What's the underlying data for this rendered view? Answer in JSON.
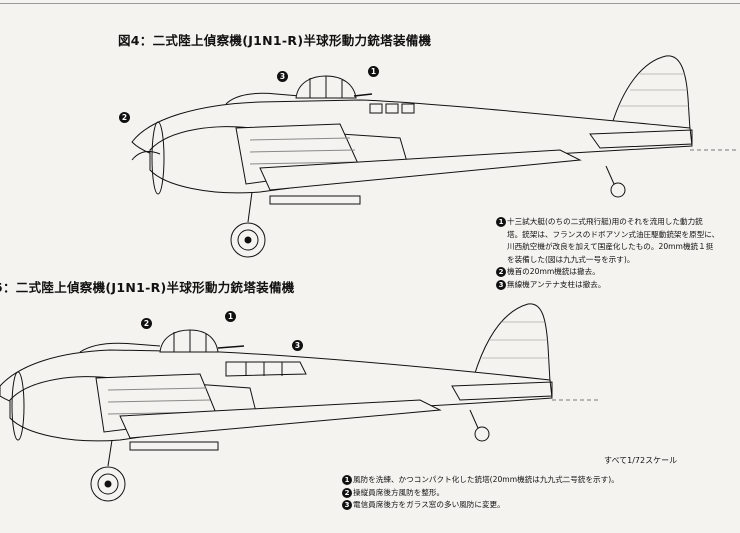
{
  "figure4": {
    "title": "図4：二式陸上偵察機(J1N1-R)半球形動力銃塔装備機",
    "notes": [
      {
        "marker": "1",
        "lines": [
          "十三試大艇(のちの二式飛行艇)用のそれを流用した動力銃",
          "塔。銃架は、フランスのドボアソン式油圧駆動銃架を原型に、",
          "川西航空機が改良を加えて国産化したもの。20mm機銃１挺",
          "を装備した(図は九九式一号を示す)。"
        ]
      },
      {
        "marker": "2",
        "lines": [
          "機首の20mm機銃は撤去。"
        ]
      },
      {
        "marker": "3",
        "lines": [
          "無線機アンテナ支柱は撤去。"
        ]
      }
    ],
    "callouts": [
      "1",
      "2",
      "3"
    ]
  },
  "figure5": {
    "title": "5：二式陸上偵察機(J1N1-R)半球形動力銃塔装備機",
    "notes": [
      {
        "marker": "1",
        "lines": [
          "風防を洗練、かつコンパクト化した銃塔(20mm機銃は九九式二号銃を示す)。"
        ]
      },
      {
        "marker": "2",
        "lines": [
          "操縦員席後方風防を整形。"
        ]
      },
      {
        "marker": "3",
        "lines": [
          "電信員席後方をガラス窓の多い風防に変更。"
        ]
      }
    ],
    "callouts": [
      "1",
      "2",
      "3"
    ]
  },
  "scale_note": "すべて1/72スケール",
  "colors": {
    "ink": "#111111",
    "paper": "#f4f3ef",
    "panel_lines": "#7a7a7a"
  }
}
